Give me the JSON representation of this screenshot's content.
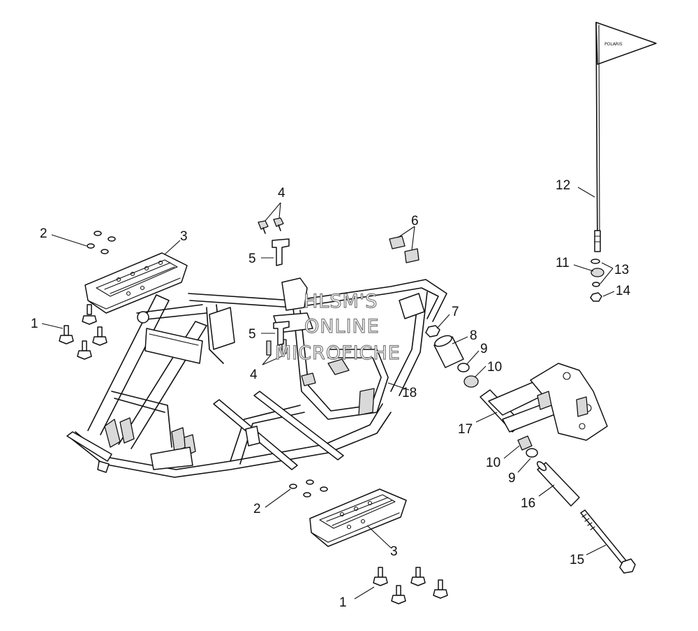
{
  "callouts": {
    "c1a": "1",
    "c1b": "1",
    "c2a": "2",
    "c2b": "2",
    "c3a": "3",
    "c3b": "3",
    "c4a": "4",
    "c4b": "4",
    "c5a": "5",
    "c5b": "5",
    "c6": "6",
    "c7": "7",
    "c8": "8",
    "c9a": "9",
    "c9b": "9",
    "c10a": "10",
    "c10b": "10",
    "c11": "11",
    "c12": "12",
    "c13": "13",
    "c14": "14",
    "c15": "15",
    "c16": "16",
    "c17": "17",
    "c18": "18"
  },
  "watermark": {
    "line1": "HLSM'S",
    "line2": "ONLINE",
    "line3": "MICROFICHE"
  },
  "flag": {
    "logo_text": "POLARIS"
  }
}
